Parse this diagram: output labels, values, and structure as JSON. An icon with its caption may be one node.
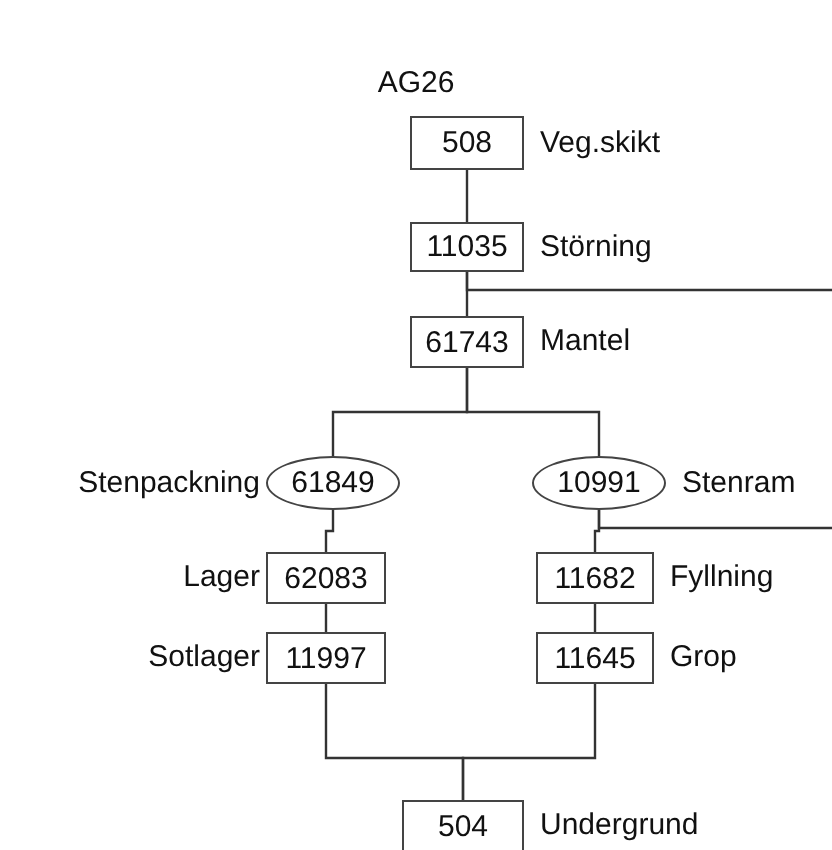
{
  "diagram": {
    "title": "AG26",
    "nodes": [
      {
        "text": [
          "508"
        ],
        "beside": [
          "Veg.skikt"
        ]
      },
      {
        "text": [
          "11035"
        ],
        "beside": [
          "Störning"
        ]
      },
      {
        "text": [
          "61743"
        ],
        "beside": [
          "Mantel"
        ]
      },
      {
        "text": [
          "61849"
        ],
        "beside": [
          "Stenpackning"
        ]
      },
      {
        "text": [
          "10991"
        ],
        "beside": [
          "Stenram"
        ]
      },
      {
        "text": [
          "62083"
        ],
        "beside": [
          "Lager"
        ]
      },
      {
        "text": [
          "11682"
        ],
        "beside": [
          "Fyllning"
        ]
      },
      {
        "text": [
          "11997"
        ],
        "beside": [
          "Sotlager"
        ]
      },
      {
        "text": [
          "11645"
        ],
        "beside": [
          "Grop"
        ]
      },
      {
        "text": [
          "504"
        ],
        "beside": [
          "Undergrund"
        ]
      }
    ],
    "edges": [
      {
        "from": 0,
        "to": 1,
        "arrow": "none"
      },
      {
        "from": 1,
        "to": 2,
        "arrow": "none"
      },
      {
        "from": 1,
        "to": null,
        "arrow": "none"
      },
      {
        "from": 2,
        "to": 3,
        "arrow": "none"
      },
      {
        "from": 2,
        "to": 4,
        "arrow": "none"
      },
      {
        "from": 4,
        "to": null,
        "arrow": "none"
      },
      {
        "from": 3,
        "to": 5,
        "arrow": "none"
      },
      {
        "from": 5,
        "to": 7,
        "arrow": "none"
      },
      {
        "from": 4,
        "to": 6,
        "arrow": "none"
      },
      {
        "from": 6,
        "to": 8,
        "arrow": "none"
      },
      {
        "from": 7,
        "to": 9,
        "arrow": "none"
      },
      {
        "from": 8,
        "to": 9,
        "arrow": "none"
      }
    ]
  }
}
